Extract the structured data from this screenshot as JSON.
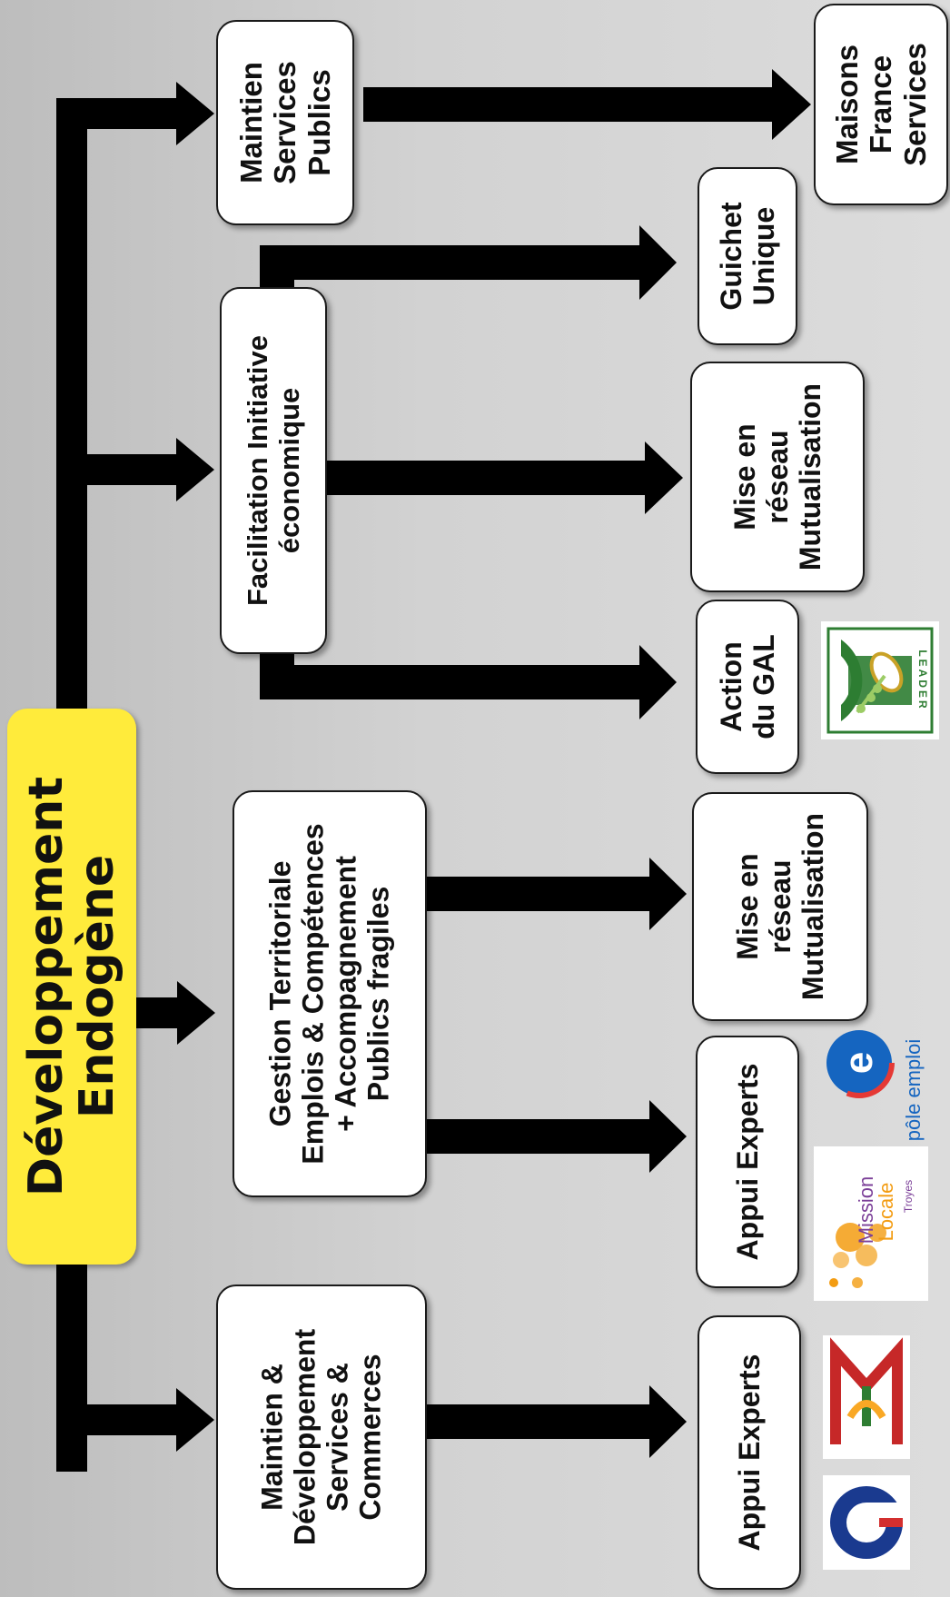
{
  "title": "Développement\nEndogène",
  "nodes": {
    "maintien_services_publics": "Maintien\nServices\nPublics",
    "facilitation": "Facilitation Initiative\néconomique",
    "gestion_territoriale": "Gestion Territoriale\nEmplois & Compétences\n+ Accompagnement\nPublics fragiles",
    "maintien_developpement": "Maintien &\nDéveloppement\nServices &\nCommerces",
    "maisons_france_services": "Maisons\nFrance\nServices",
    "guichet_unique": "Guichet\nUnique",
    "mise_en_reseau_1": "Mise en\nréseau\nMutualisation",
    "action_gal": "Action\ndu GAL",
    "mise_en_reseau_2": "Mise en\nréseau\nMutualisation",
    "appui_experts_1": "Appui Experts",
    "appui_experts_2": "Appui Experts"
  },
  "logos": {
    "leader": "LEADER",
    "pole_emploi": "pôle emploi",
    "mission_locale_1": "Mission",
    "mission_locale_2": "Locale",
    "mission_locale_city": "Troyes"
  },
  "colors": {
    "title_bg": "#ffeb3b",
    "arrow": "#000000",
    "node_bg": "#ffffff",
    "leader_green": "#2e7d32",
    "pole_emploi_blue": "#1565c0",
    "pole_emploi_red": "#e53935",
    "mission_locale_orange": "#f39c12",
    "mission_locale_purple": "#7b3f98",
    "cma_red": "#c62828",
    "cma_yellow": "#f9a825",
    "cma_green": "#2e7d32",
    "cci_blue": "#1a3a8f",
    "cci_red": "#d32f2f"
  }
}
